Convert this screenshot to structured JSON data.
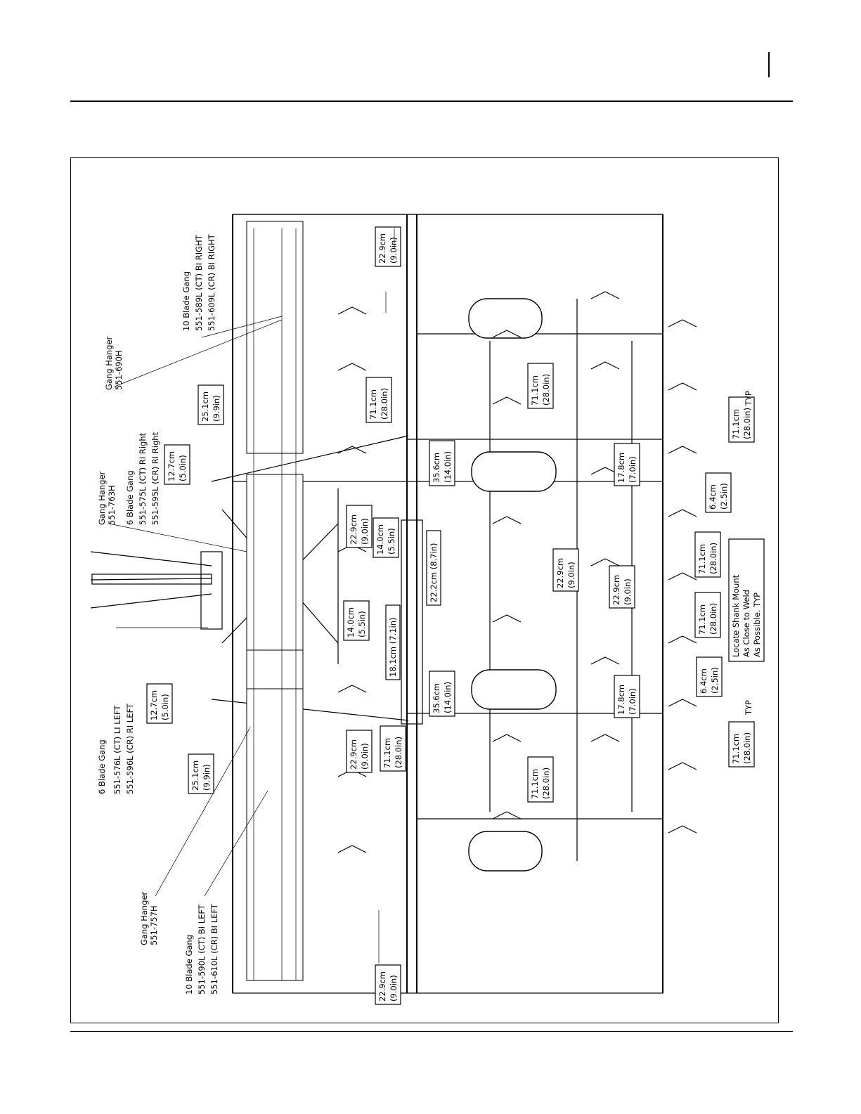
{
  "labels": {
    "gang_hanger_690": [
      "Gang Hanger",
      "551-690H"
    ],
    "blade_gang_10_right": [
      "10  Blade Gang",
      "551-589L  (CT)  BI  RIGHT",
      "551-609L  (CR)  BI  RIGHT"
    ],
    "gang_hanger_763": [
      "Gang Hanger",
      "551-763H"
    ],
    "blade_gang_6_right": [
      "6  Blade Gang",
      "551-575L  (CT)  RI  Right",
      "551-595L  (CR)  RI  Right"
    ],
    "blade_gang_6_left": [
      "6  Blade Gang",
      "551-576L  (CT)  LI  LEFT",
      "551-596L  (CR)  RI  LEFT"
    ],
    "gang_hanger_757": [
      "Gang Hanger",
      "551-757H"
    ],
    "blade_gang_10_left": [
      "10  Blade Gang",
      "551-590L  (CT)  BI  LEFT",
      "551-610L  (CR)  BI  LEFT"
    ],
    "locate_shank_note": [
      "Locate Shank Mount",
      "As  Close  to  Weld",
      "As  Possible.   TYP"
    ],
    "typ": "TYP"
  },
  "dimensions": {
    "d_22_9_top": [
      "22.9cm",
      "(9.0in)"
    ],
    "d_25_1_right": [
      "25.1cm",
      "(9.9in)"
    ],
    "d_12_7_right": [
      "12.7cm",
      "(5.0in)"
    ],
    "d_71_1_a": [
      "71.1cm",
      "(28.0in)"
    ],
    "d_71_1_b": [
      "71.1cm",
      "(28.0in)"
    ],
    "d_71_1_typ_top": [
      "71.1cm",
      "(28.0in)"
    ],
    "d_35_6_top": [
      "35.6cm",
      "(14.0in)"
    ],
    "d_17_8_top": [
      "17.8cm",
      "(7.0in)"
    ],
    "d_6_4_top": [
      "6.4cm",
      "(2.5in)"
    ],
    "d_22_9_mid": [
      "22.9cm",
      "(9.0in)"
    ],
    "d_14_0_top": [
      "14.0cm",
      "(5.5in)"
    ],
    "d_22_2": "22.2cm (8.7in)",
    "d_22_9_c1": [
      "22.9cm",
      "(9.0in)"
    ],
    "d_22_9_c2": [
      "22.9cm",
      "(9.0in)"
    ],
    "d_71_1_c1": [
      "71.1cm",
      "(28.0in)"
    ],
    "d_71_1_c2": [
      "71.1cm",
      "(28.0in)"
    ],
    "d_14_0_bot": [
      "14.0cm",
      "(5.5in)"
    ],
    "d_18_1": "18.1cm (7.1in)",
    "d_12_7_left": [
      "12.7cm",
      "(5.0in)"
    ],
    "d_25_1_left": [
      "25.1cm",
      "(9.9in)"
    ],
    "d_22_9_left": [
      "22.9cm",
      "(9.0in)"
    ],
    "d_71_1_left": [
      "71.1cm",
      "(28.0in)"
    ],
    "d_35_6_bot": [
      "35.6cm",
      "(14.0in)"
    ],
    "d_17_8_bot": [
      "17.8cm",
      "(7.0in)"
    ],
    "d_6_4_bot": [
      "6.4cm",
      "(2.5in)"
    ],
    "d_71_1_typ_bot": [
      "71.1cm",
      "(28.0in)"
    ],
    "d_71_1_bot": [
      "71.1cm",
      "(28.0in)"
    ],
    "d_22_9_bottom": [
      "22.9cm",
      "(9.0in)"
    ]
  }
}
